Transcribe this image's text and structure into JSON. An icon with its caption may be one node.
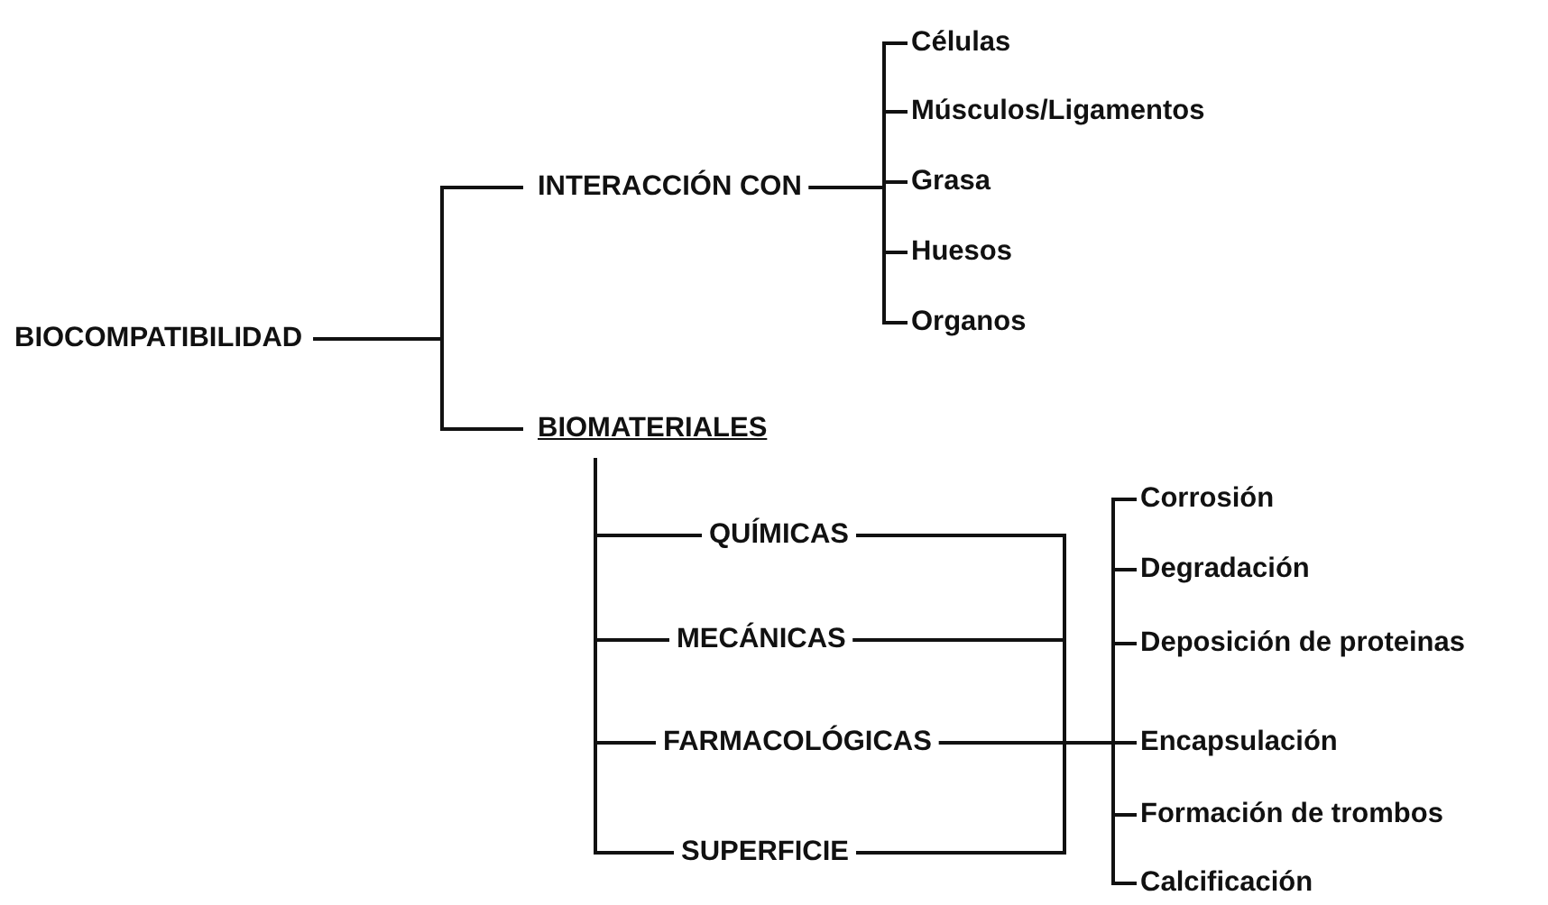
{
  "diagram": {
    "nodes": [
      {
        "text": [
          "BIOCOMPATIBILIDAD"
        ]
      },
      {
        "text": [
          "INTERACCIÓN CON"
        ]
      },
      {
        "text": [
          "Células"
        ]
      },
      {
        "text": [
          "Músculos/Ligamentos"
        ]
      },
      {
        "text": [
          "Grasa"
        ]
      },
      {
        "text": [
          "Huesos"
        ]
      },
      {
        "text": [
          "Organos"
        ]
      },
      {
        "text": [
          "BIOMATERIALES"
        ]
      },
      {
        "text": [
          "QUÍMICAS"
        ]
      },
      {
        "text": [
          "MECÁNICAS"
        ]
      },
      {
        "text": [
          "FARMACOLÓGICAS"
        ]
      },
      {
        "text": [
          "SUPERFICIE"
        ]
      },
      {
        "text": [
          "Corrosión"
        ]
      },
      {
        "text": [
          "Degradación"
        ]
      },
      {
        "text": [
          "Deposición de proteinas"
        ]
      },
      {
        "text": [
          "Encapsulación"
        ]
      },
      {
        "text": [
          "Formación de trombos"
        ]
      },
      {
        "text": [
          "Calcificación"
        ]
      }
    ],
    "edges": [
      {
        "from": 0,
        "to": 1,
        "arrow": "none"
      },
      {
        "from": 0,
        "to": 7,
        "arrow": "none"
      },
      {
        "from": 1,
        "to": 2,
        "arrow": "none"
      },
      {
        "from": 1,
        "to": 3,
        "arrow": "none"
      },
      {
        "from": 1,
        "to": 4,
        "arrow": "none"
      },
      {
        "from": 1,
        "to": 5,
        "arrow": "none"
      },
      {
        "from": 1,
        "to": 6,
        "arrow": "none"
      },
      {
        "from": 7,
        "to": 8,
        "arrow": "none"
      },
      {
        "from": 7,
        "to": 9,
        "arrow": "none"
      },
      {
        "from": 7,
        "to": 10,
        "arrow": "none"
      },
      {
        "from": 7,
        "to": 11,
        "arrow": "none"
      },
      {
        "from": 8,
        "to": 12,
        "arrow": "none"
      },
      {
        "from": 8,
        "to": 13,
        "arrow": "none"
      },
      {
        "from": 8,
        "to": 14,
        "arrow": "none"
      },
      {
        "from": 8,
        "to": 15,
        "arrow": "none"
      },
      {
        "from": 8,
        "to": 16,
        "arrow": "none"
      },
      {
        "from": 8,
        "to": 17,
        "arrow": "none"
      },
      {
        "from": 9,
        "to": 12,
        "arrow": "none"
      },
      {
        "from": 9,
        "to": 13,
        "arrow": "none"
      },
      {
        "from": 9,
        "to": 14,
        "arrow": "none"
      },
      {
        "from": 9,
        "to": 15,
        "arrow": "none"
      },
      {
        "from": 9,
        "to": 16,
        "arrow": "none"
      },
      {
        "from": 9,
        "to": 17,
        "arrow": "none"
      },
      {
        "from": 10,
        "to": 12,
        "arrow": "none"
      },
      {
        "from": 10,
        "to": 13,
        "arrow": "none"
      },
      {
        "from": 10,
        "to": 14,
        "arrow": "none"
      },
      {
        "from": 10,
        "to": 15,
        "arrow": "none"
      },
      {
        "from": 10,
        "to": 16,
        "arrow": "none"
      },
      {
        "from": 10,
        "to": 17,
        "arrow": "none"
      },
      {
        "from": 11,
        "to": 12,
        "arrow": "none"
      },
      {
        "from": 11,
        "to": 13,
        "arrow": "none"
      },
      {
        "from": 11,
        "to": 14,
        "arrow": "none"
      },
      {
        "from": 11,
        "to": 15,
        "arrow": "none"
      },
      {
        "from": 11,
        "to": 16,
        "arrow": "none"
      },
      {
        "from": 11,
        "to": 17,
        "arrow": "none"
      }
    ]
  }
}
